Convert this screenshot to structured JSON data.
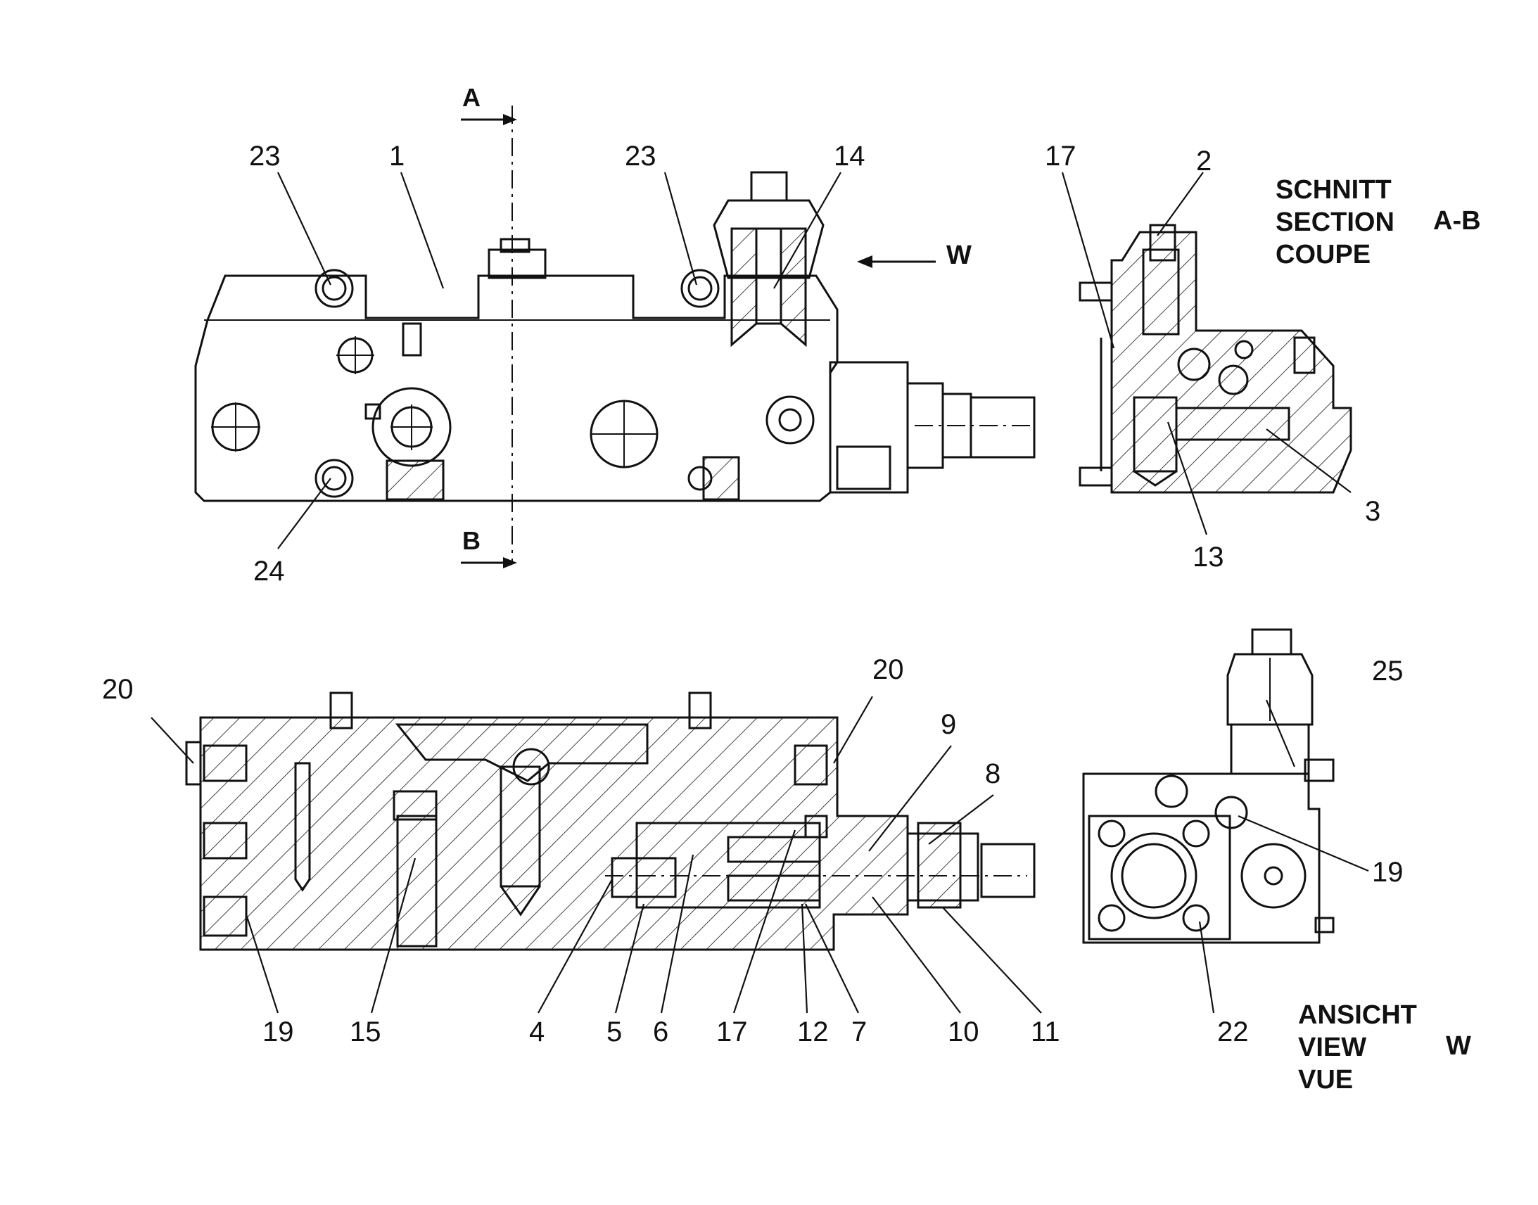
{
  "section_markers": {
    "a": "A",
    "b": "B",
    "view": "W"
  },
  "section_caption": {
    "line1": "SCHNITT",
    "line2": "SECTION",
    "line3": "COUPE",
    "suffix": "A-B"
  },
  "view_caption": {
    "line1": "ANSICHT",
    "line2": "VIEW",
    "line3": "VUE",
    "suffix": "W"
  },
  "callouts": {
    "top_view": [
      "23",
      "1",
      "23",
      "14",
      "24"
    ],
    "section_ab": [
      "17",
      "2",
      "3",
      "13"
    ],
    "bottom_section": [
      "20",
      "20",
      "9",
      "8",
      "19",
      "15",
      "4",
      "5",
      "6",
      "17",
      "12",
      "7",
      "10",
      "11"
    ],
    "view_w": [
      "25",
      "19",
      "22"
    ]
  }
}
